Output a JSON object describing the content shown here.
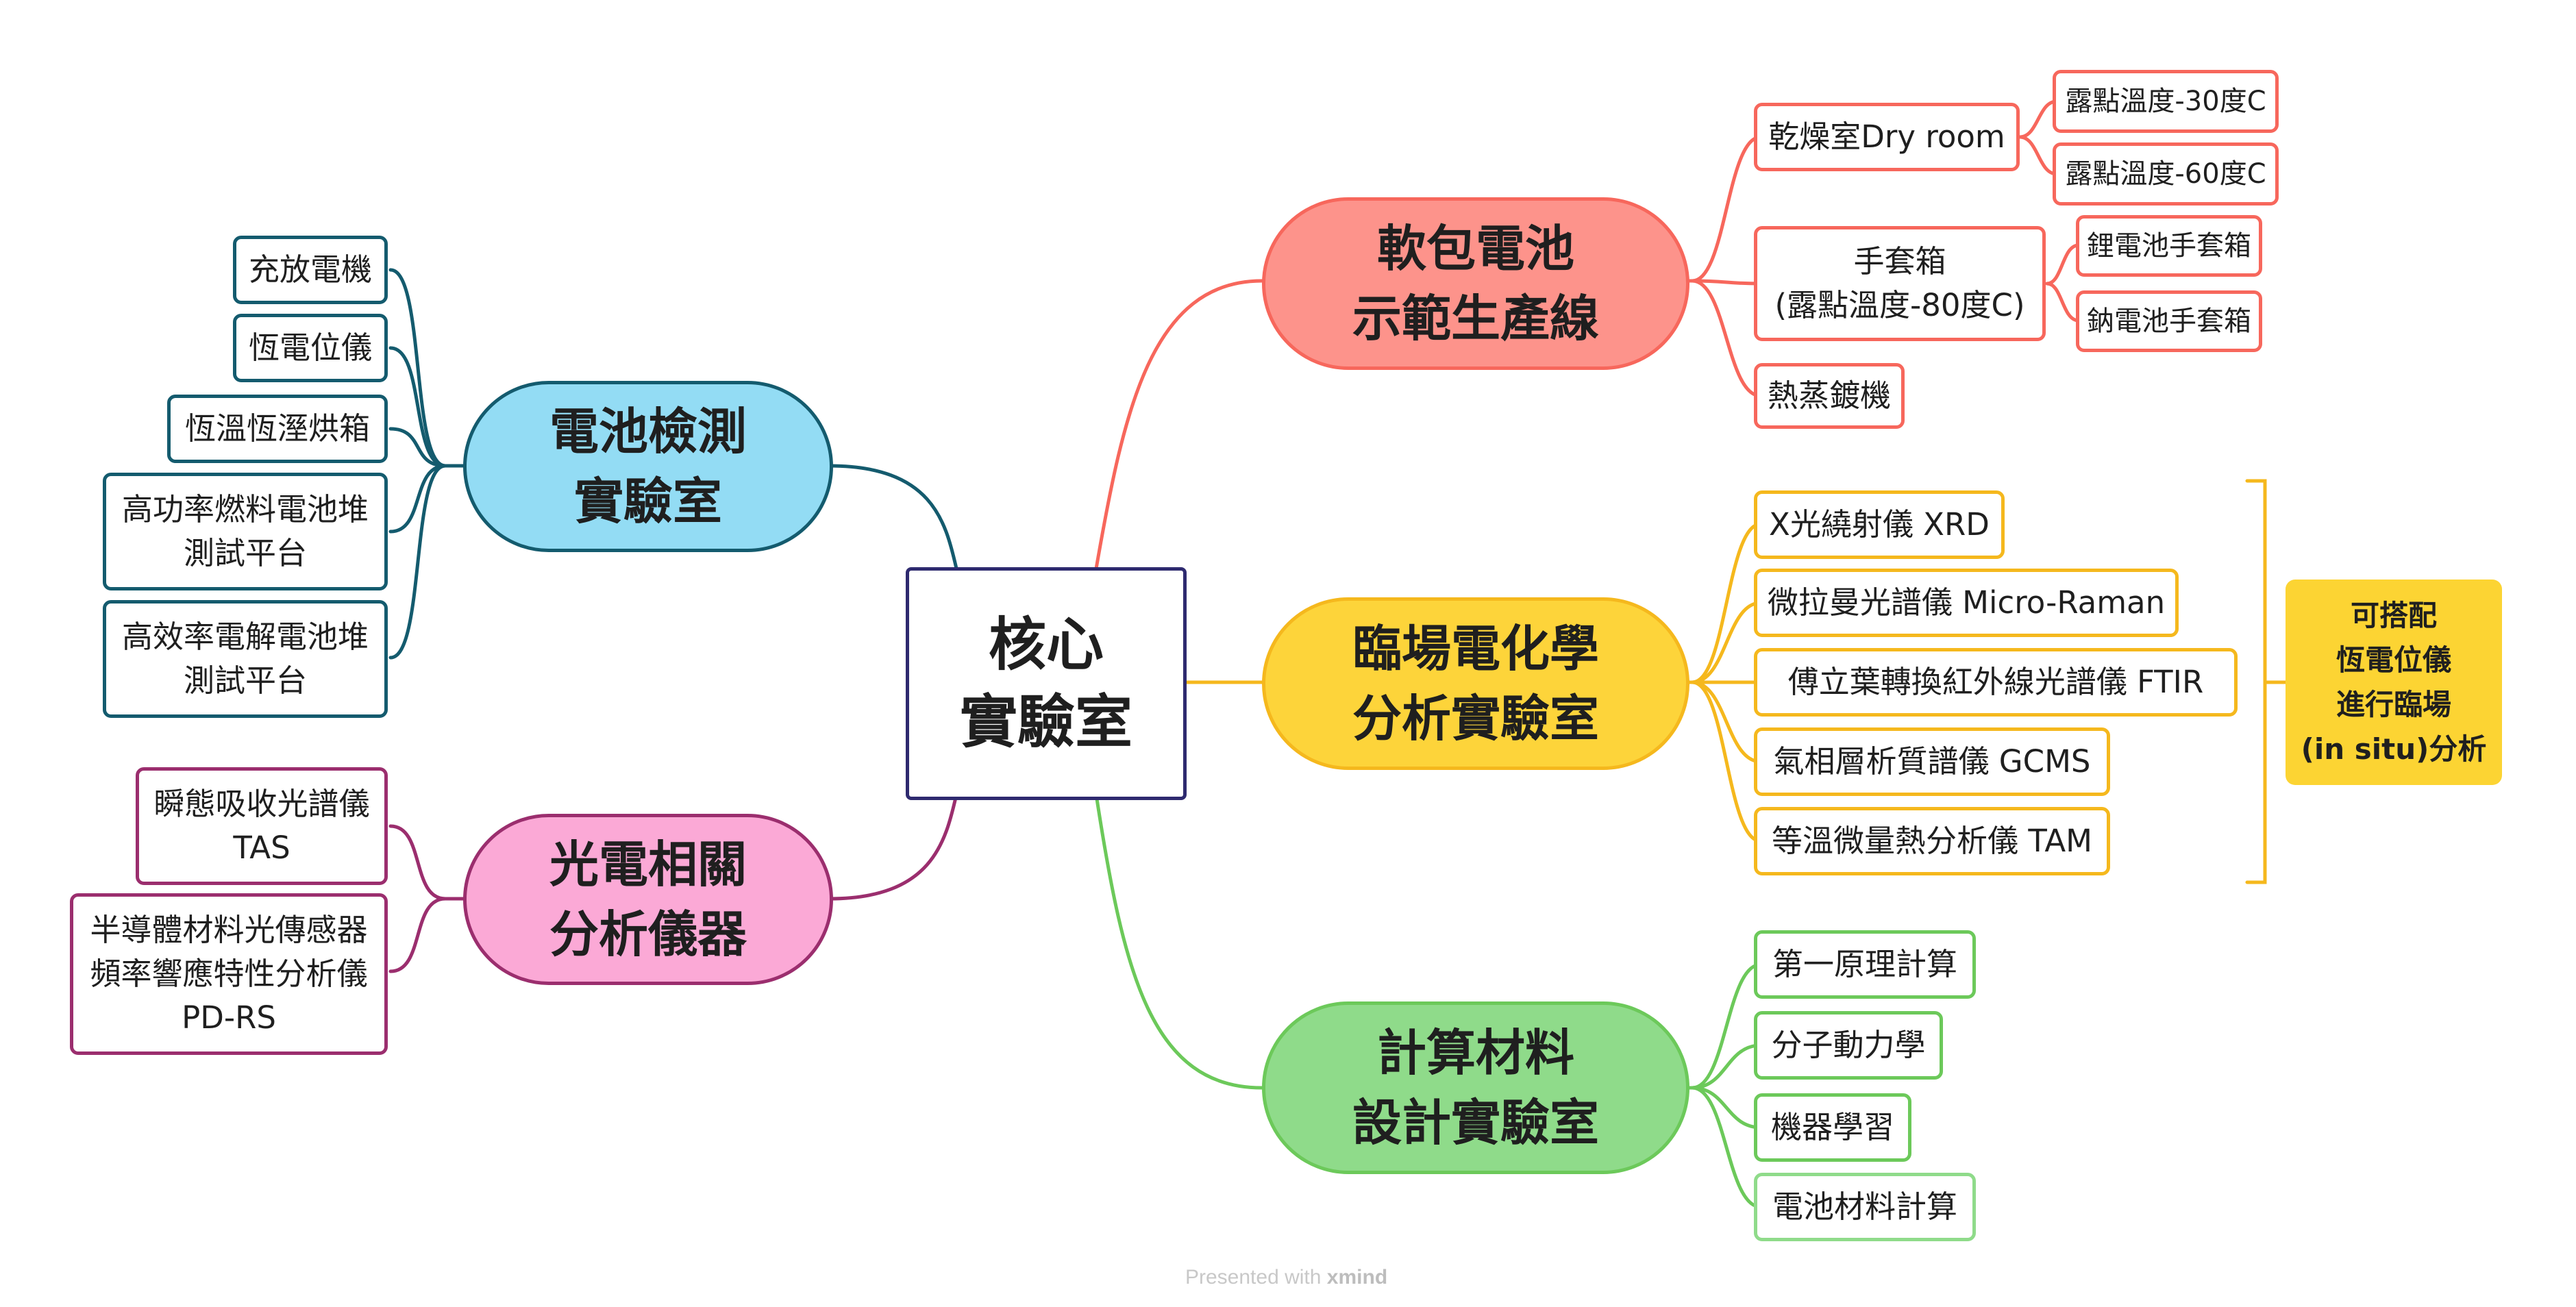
{
  "root": {
    "label": "核心\n實驗室"
  },
  "branches": {
    "soft_pack": {
      "label": "軟包電池\n示範生產線",
      "color": "#f7675c",
      "fill": "#fd938b",
      "children": {
        "dry_room": "乾燥室Dry room",
        "dew_30": "露點溫度-30度C",
        "dew_60": "露點溫度-60度C",
        "glove_box": "手套箱\n(露點溫度-80度C)",
        "li_glove": "鋰電池手套箱",
        "na_glove": "鈉電池手套箱",
        "evaporator": "熱蒸鍍機"
      }
    },
    "in_situ": {
      "label": "臨場電化學\n分析實驗室",
      "color": "#f5b81d",
      "fill": "#fdd43a",
      "children": {
        "xrd": "X光繞射儀 XRD",
        "raman": "微拉曼光譜儀 Micro-Raman",
        "ftir": "傅立葉轉換紅外線光譜儀 FTIR",
        "gcms": "氣相層析質譜儀 GCMS",
        "tam": "等溫微量熱分析儀 TAM"
      },
      "note": "可搭配\n恆電位儀\n進行臨場\n(in situ)分析"
    },
    "computation": {
      "label": "計算材料\n設計實驗室",
      "color": "#6cc95a",
      "fill": "#8fdb8a",
      "children": {
        "first_principles": "第一原理計算",
        "md": "分子動力學",
        "ml": "機器學習",
        "battery_calc": "電池材料計算"
      }
    },
    "battery_test": {
      "label": "電池檢測\n實驗室",
      "color": "#145b6e",
      "fill": "#93dcf4",
      "children": {
        "cycler": "充放電機",
        "potentiostat": "恆電位儀",
        "oven": "恆溫恆溼烘箱",
        "fuel_cell": "高功率燃料電池堆\n測試平台",
        "electrolyzer": "高效率電解電池堆\n測試平台"
      }
    },
    "photo": {
      "label": "光電相關\n分析儀器",
      "color": "#9b2e6e",
      "fill": "#fba9d6",
      "children": {
        "tas": "瞬態吸收光譜儀\nTAS",
        "pdrs": "半導體材料光傳感器\n頻率響應特性分析儀\nPD-RS"
      }
    }
  },
  "footer": {
    "presented": "Presented with",
    "brand": "xmind"
  }
}
